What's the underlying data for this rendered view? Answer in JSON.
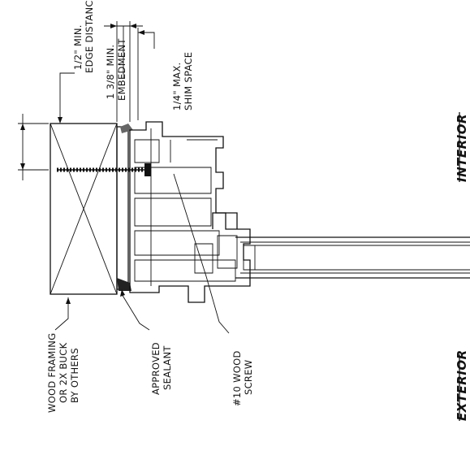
{
  "labels": {
    "edge_distance": [
      "1/2\" MIN.",
      "EDGE DISTANCE"
    ],
    "embedment": [
      "1 3/8\" MIN.",
      "EMBEDMENT"
    ],
    "shim_space": [
      "1/4\" MAX.",
      "SHIM SPACE"
    ],
    "interior": "INTERIOR",
    "exterior": "EXTERIOR",
    "wood_framing": [
      "WOOD FRAMING",
      "OR 2X BUCK",
      "BY OTHERS"
    ],
    "sealant": [
      "APPROVED",
      "SEALANT"
    ],
    "screw": [
      "#10 WOOD",
      "SCREW"
    ]
  }
}
